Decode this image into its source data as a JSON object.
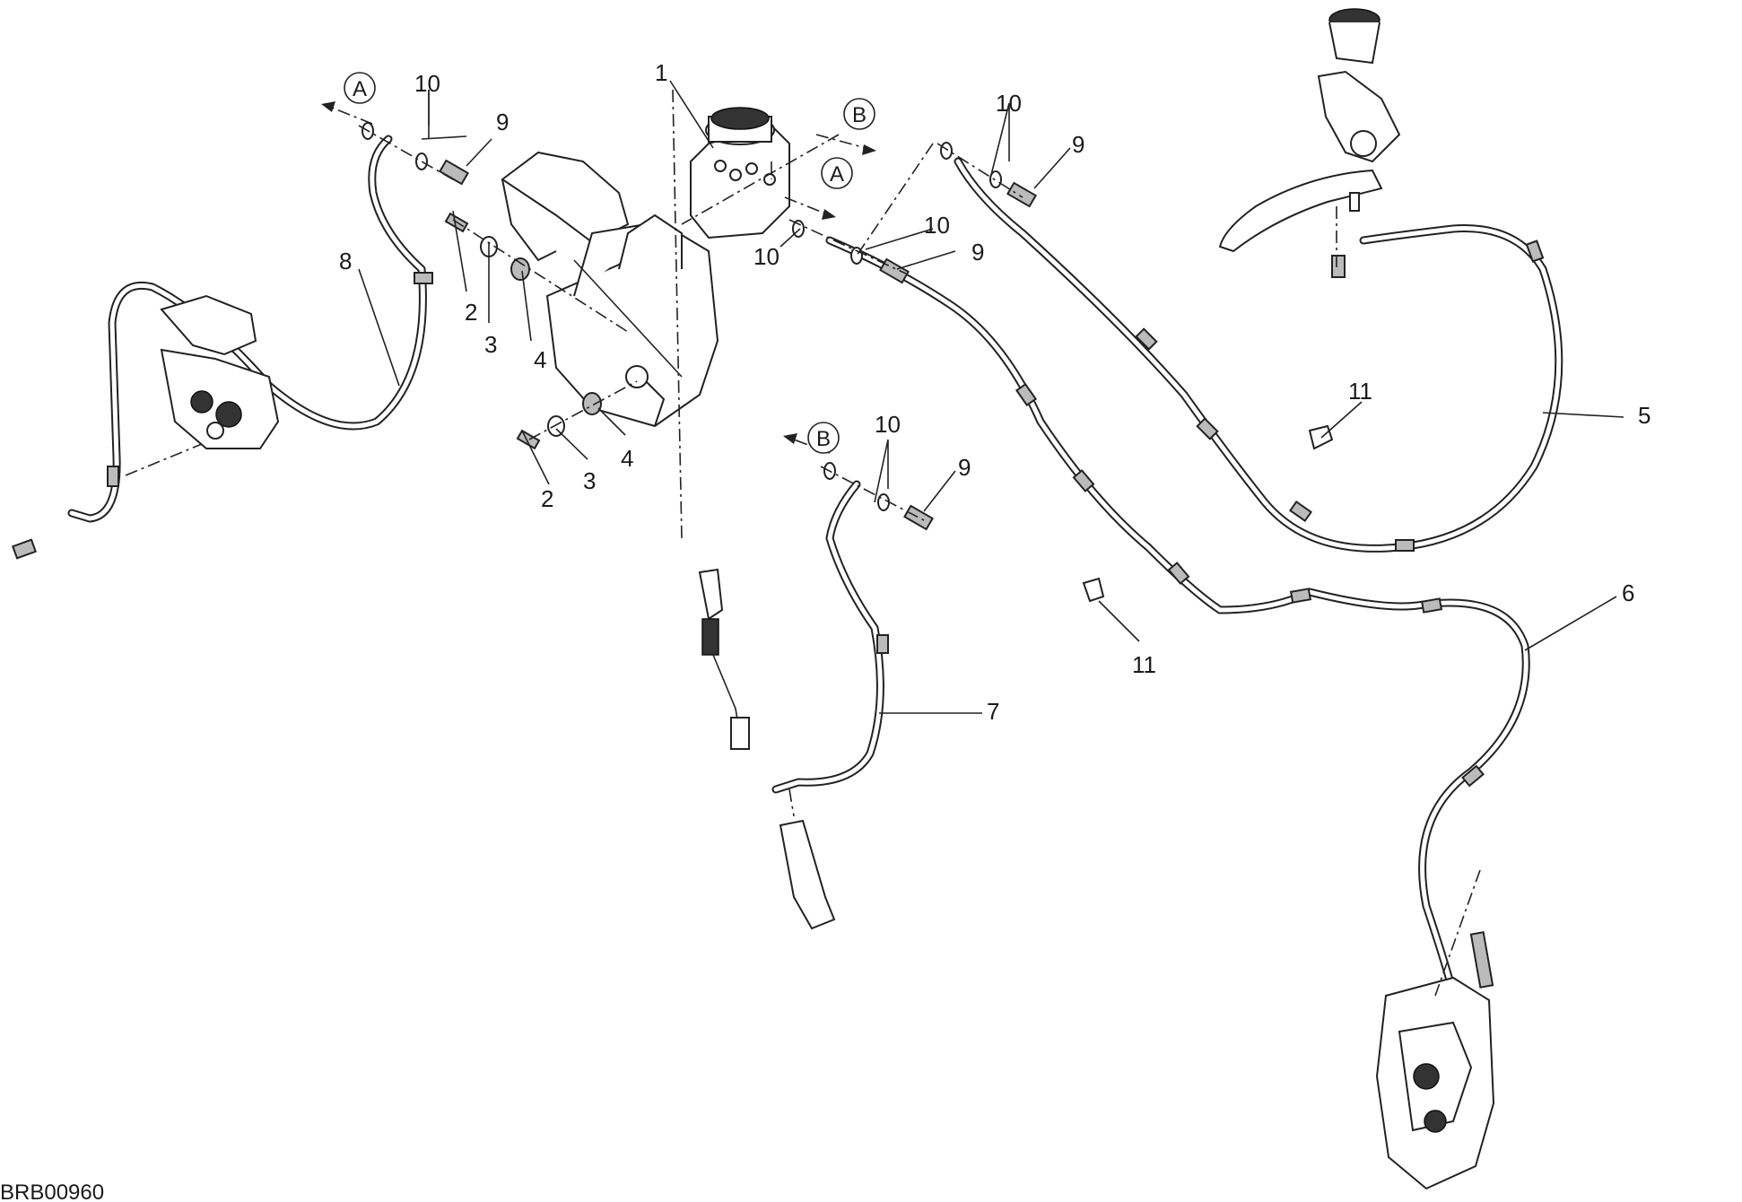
{
  "drawing_code": "BRB00960",
  "callouts": {
    "c1": "1",
    "c2a": "2",
    "c2b": "2",
    "c3a": "3",
    "c3b": "3",
    "c4a": "4",
    "c4b": "4",
    "c5": "5",
    "c6": "6",
    "c7": "7",
    "c8": "8",
    "c9a": "9",
    "c9b": "9",
    "c9c": "9",
    "c9d": "9",
    "c10a": "10",
    "c10b": "10",
    "c10c": "10",
    "c10d": "10",
    "c10e": "10",
    "c11a": "11",
    "c11b": "11"
  },
  "connection_refs": {
    "refA_left": "A",
    "refB_top": "B",
    "refA_mid": "A",
    "refB_mid": "B"
  }
}
